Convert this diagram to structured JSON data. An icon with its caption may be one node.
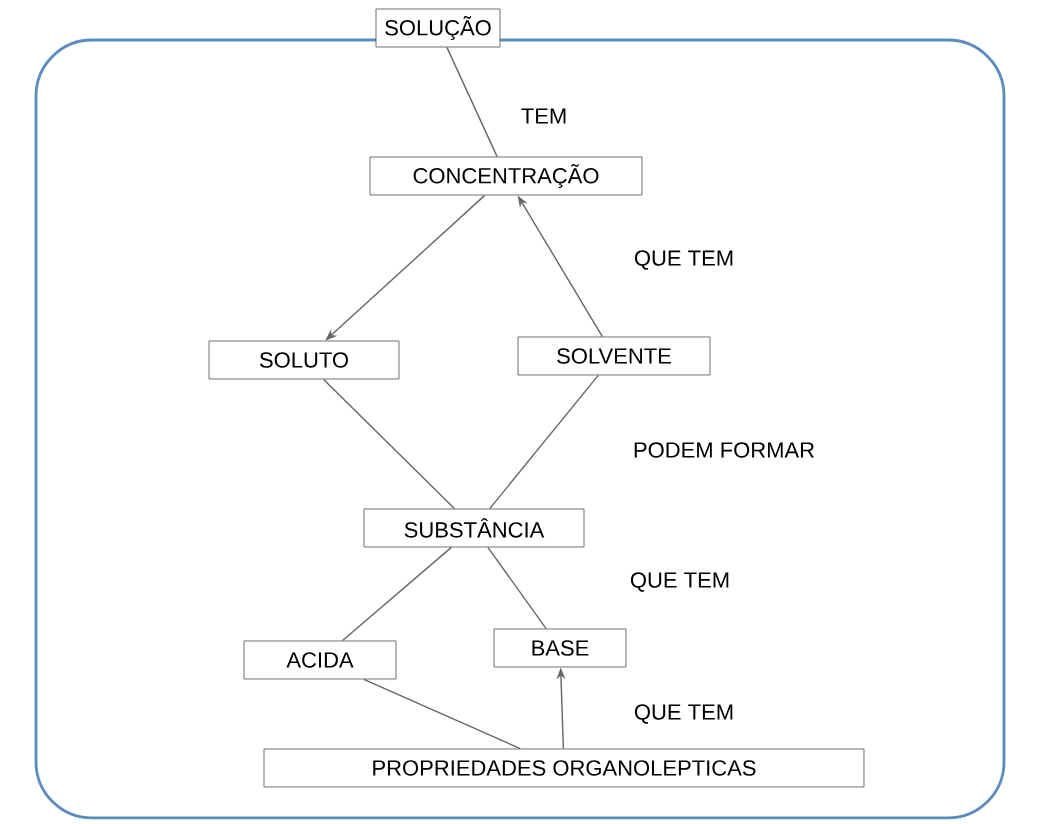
{
  "diagram": {
    "nodes": [
      {
        "text": [
          "SOLUÇÃO"
        ]
      },
      {
        "text": [
          "CONCENTRAÇÃO"
        ]
      },
      {
        "text": [
          "SOLUTO"
        ]
      },
      {
        "text": [
          "SOLVENTE"
        ]
      },
      {
        "text": [
          "SUBSTÂNCIA"
        ]
      },
      {
        "text": [
          "ACIDA"
        ]
      },
      {
        "text": [
          "BASE"
        ]
      },
      {
        "text": [
          "PROPRIEDADES ORGANOLEPTICAS"
        ]
      }
    ],
    "edges": [
      {
        "from": 0,
        "to": 1,
        "arrow": "none",
        "label": "TEM"
      },
      {
        "from": 1,
        "to": 2,
        "arrow": "to"
      },
      {
        "from": 3,
        "to": 1,
        "arrow": "to",
        "label": "QUE TEM"
      },
      {
        "from": 2,
        "to": 4,
        "arrow": "none"
      },
      {
        "from": 3,
        "to": 4,
        "arrow": "none",
        "label": "PODEM FORMAR"
      },
      {
        "from": 4,
        "to": 5,
        "arrow": "none"
      },
      {
        "from": 4,
        "to": 6,
        "arrow": "none",
        "label": "QUE TEM"
      },
      {
        "from": 5,
        "to": 7,
        "arrow": "none"
      },
      {
        "from": 7,
        "to": 6,
        "arrow": "to",
        "label": "QUE TEM"
      }
    ]
  }
}
